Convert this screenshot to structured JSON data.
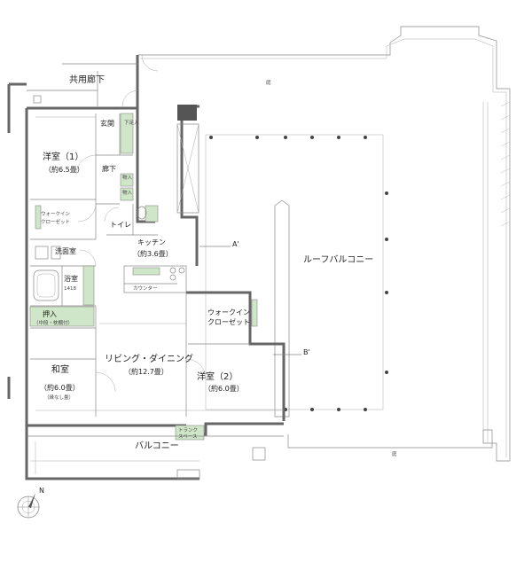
{
  "rooms": {
    "corridor": "共用廊下",
    "garden_top": "庭",
    "garden_bottom": "庭",
    "western1": "洋室（1）",
    "western1_size": "（約6.5畳）",
    "entrance": "玄関",
    "shoe_closet": "下足入",
    "hallway": "廊下",
    "toilet": "トイレ",
    "kitchen": "キッチン",
    "kitchen_size": "（約3.6畳）",
    "washroom": "洗面室",
    "bathroom": "浴室",
    "bathroom_size": "1418",
    "oshiire": "押入",
    "oshiire_note": "（中段・枕棚付）",
    "japanese": "和室",
    "japanese_size": "（約6.0畳）",
    "japanese_note": "（縁なし畳）",
    "living": "リビング・ダイニング",
    "living_size": "（約12.7畳）",
    "western2": "洋室（2）",
    "western2_size": "（約6.0畳）",
    "wic": "ウォークイン",
    "wic2": "クローゼット",
    "roof_balcony": "ルーフバルコニー",
    "balcony": "バルコニー",
    "trunk1": "トランク",
    "trunk2": "スペース",
    "counter": "カウンター",
    "wic_small1": "ウォークイン",
    "wic_small2": "クローゼット",
    "storage": "物入",
    "marker_a": "A'",
    "marker_b": "B'",
    "north": "N"
  }
}
